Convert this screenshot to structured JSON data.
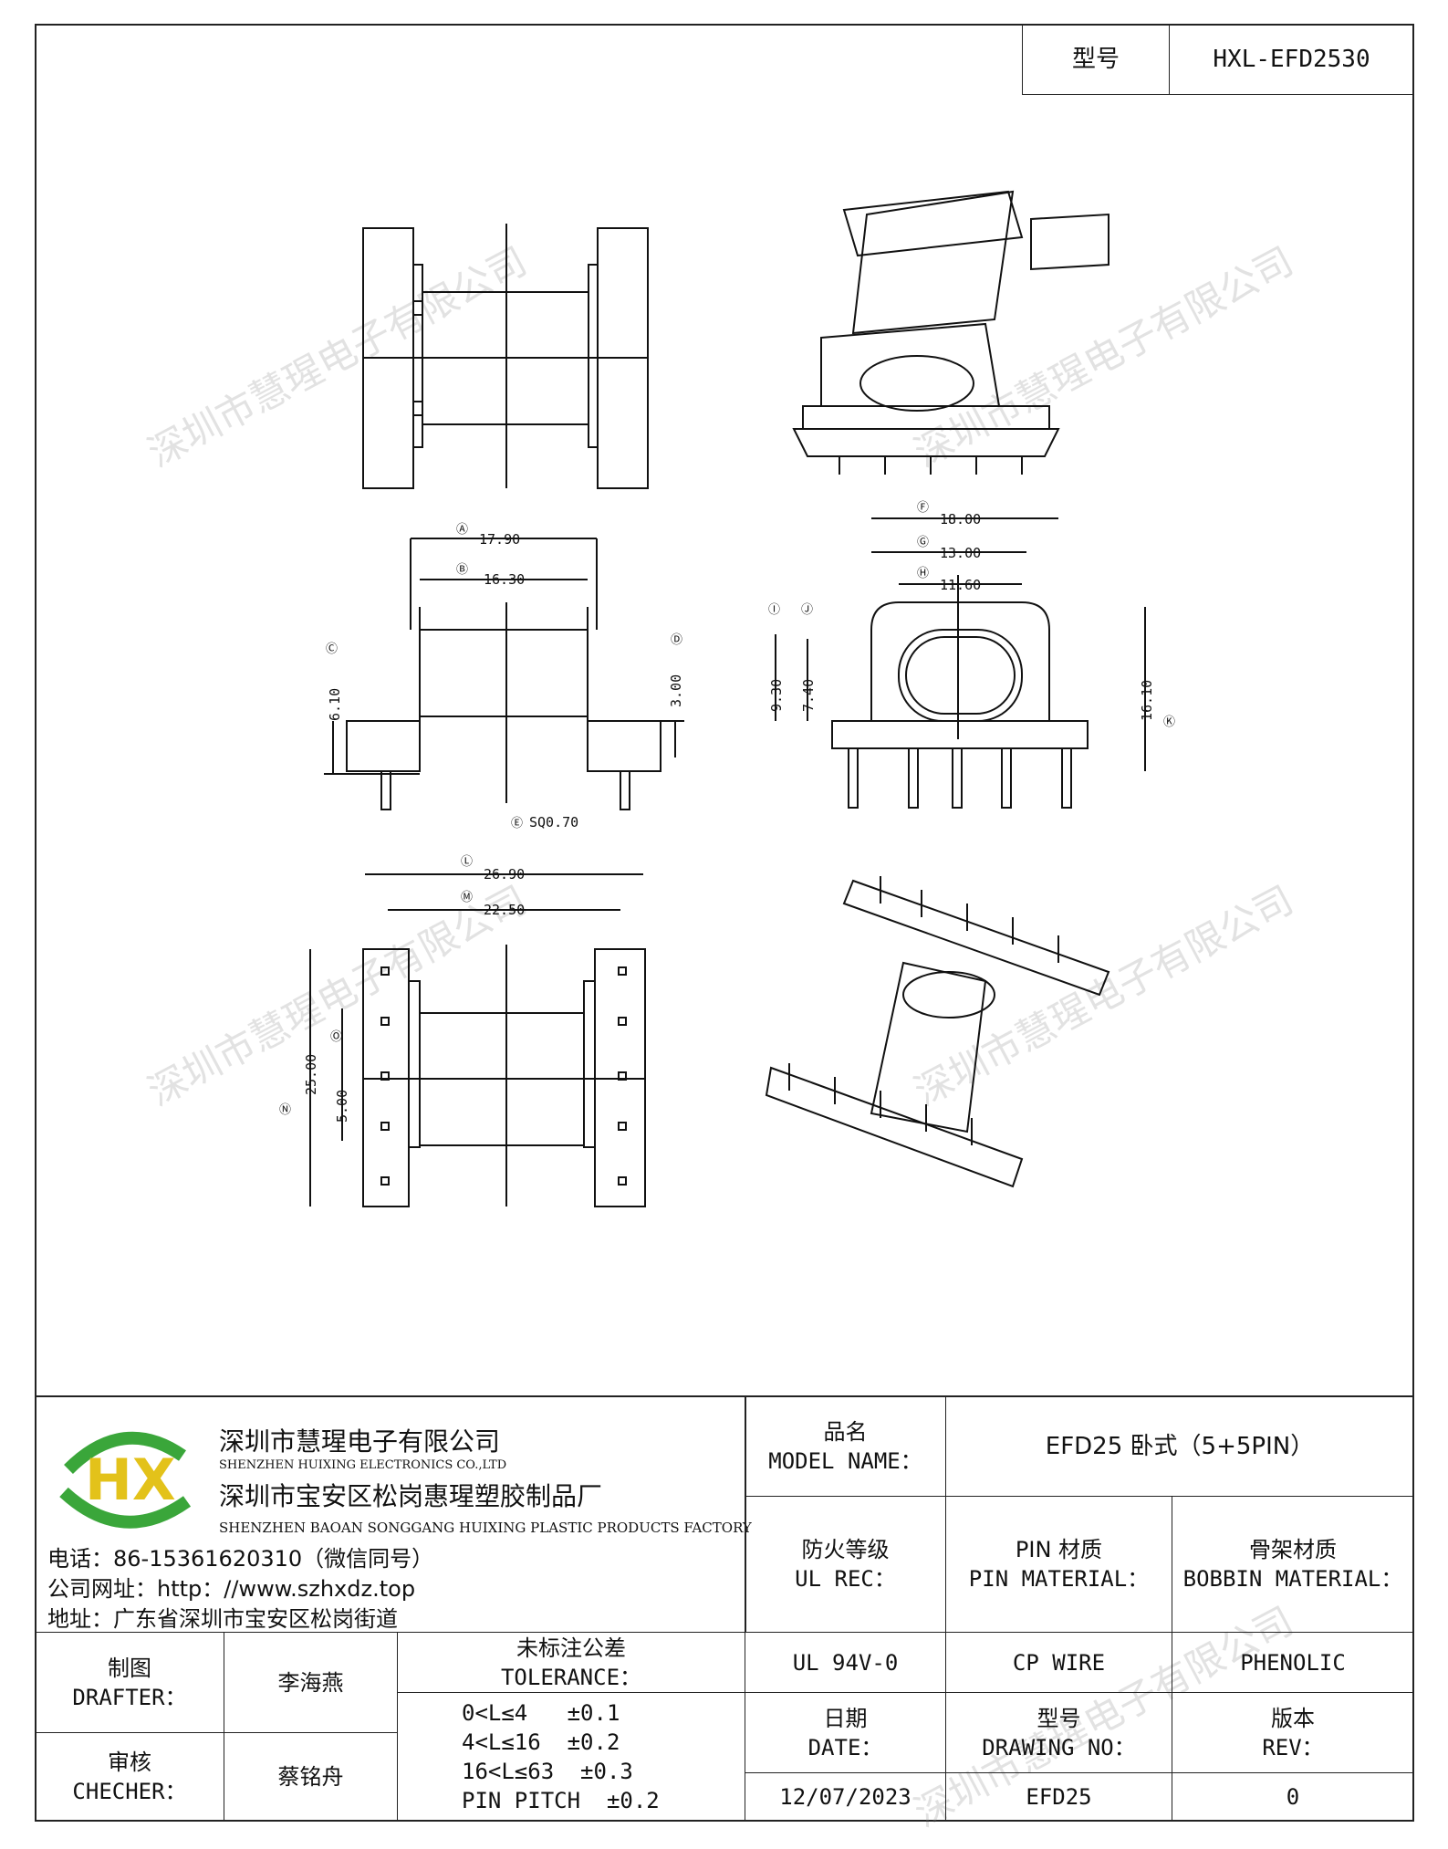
{
  "header": {
    "model_label": "型号",
    "model_value": "HXL-EFD2530"
  },
  "dimensions": {
    "A": "17.90",
    "B": "16.30",
    "C": "6.10",
    "D": "3.00",
    "E": "SQ0.70",
    "F": "18.00",
    "G": "13.00",
    "H": "11.60",
    "I": "9.30",
    "J": "7.40",
    "K": "16.10",
    "L": "26.90",
    "M": "22.50",
    "N": "25.00",
    "O": "5.00"
  },
  "dimension_markers": {
    "A": "Ⓐ",
    "B": "Ⓑ",
    "C": "Ⓒ",
    "D": "Ⓓ",
    "E": "Ⓔ",
    "F": "Ⓕ",
    "G": "Ⓖ",
    "H": "Ⓗ",
    "I": "Ⓘ",
    "J": "Ⓙ",
    "K": "Ⓚ",
    "L": "Ⓛ",
    "M": "Ⓜ",
    "N": "Ⓝ",
    "O": "Ⓞ"
  },
  "watermark": "深圳市慧瑆电子有限公司",
  "company": {
    "logo_text": "HX",
    "name_cn": "深圳市慧瑆电子有限公司",
    "name_en": "SHENZHEN HUIXING ELECTRONICS CO.,LTD",
    "factory_cn": "深圳市宝安区松岗惠瑆塑胶制品厂",
    "factory_en": "SHENZHEN BAOAN SONGGANG HUIXING PLASTIC PRODUCTS FACTORY",
    "phone": "电话：86-15361620310（微信同号）",
    "website": "公司网址：http：//www.szhxdz.top",
    "address": "地址：广东省深圳市宝安区松岗街道"
  },
  "title_block": {
    "model_name_cn": "品名",
    "model_name_en": "MODEL NAME：",
    "model_name_value": "EFD25 卧式（5+5PIN）",
    "ul_cn": "防火等级",
    "ul_en": "UL REC：",
    "pin_cn": "PIN 材质",
    "pin_en": "PIN MATERIAL：",
    "bobbin_cn": "骨架材质",
    "bobbin_en": "BOBBIN MATERIAL：",
    "ul_value": "UL 94V-0",
    "pin_value": "CP WIRE",
    "bobbin_value": "PHENOLIC",
    "date_cn": "日期",
    "date_en": "DATE：",
    "drawing_cn": "型号",
    "drawing_en": "DRAWING NO：",
    "rev_cn": "版本",
    "rev_en": "REV：",
    "date_value": "12/07/2023",
    "drawing_value": "EFD25",
    "rev_value": "0",
    "drafter_cn": "制图",
    "drafter_en": "DRAFTER：",
    "drafter_name": "李海燕",
    "checker_cn": "审核",
    "checker_en": "CHECHER：",
    "checker_name": "蔡铭舟",
    "tolerance_cn": "未标注公差",
    "tolerance_en": "TOLERANCE：",
    "tolerance_lines": [
      "0<L≤4   ±0.1",
      "4<L≤16  ±0.2",
      "16<L≤63  ±0.3",
      "PIN PITCH  ±0.2"
    ]
  },
  "colors": {
    "logo_green": "#3aa63a",
    "logo_yellow": "#e3c21a",
    "logo_blue": "#2a6fb8"
  }
}
